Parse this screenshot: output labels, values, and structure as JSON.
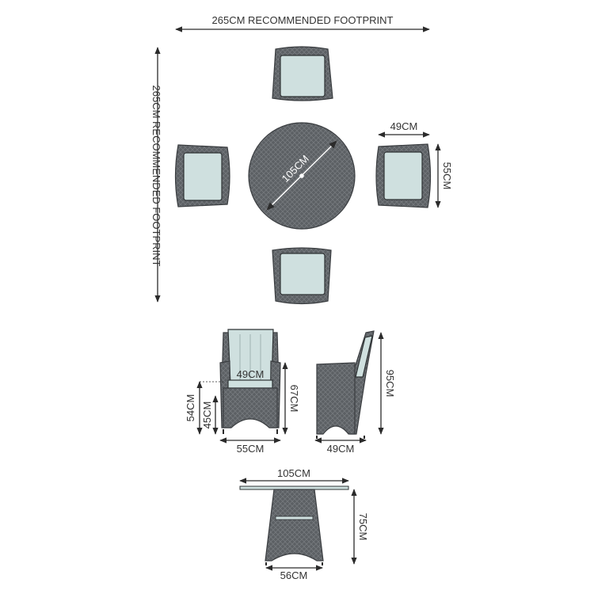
{
  "labels": {
    "footprint_width": "265CM RECOMMENDED FOOTPRINT",
    "footprint_depth": "265CM RECOMMENDED FOOTPRINT",
    "table_diameter": "105CM",
    "chair_top_width": "49CM",
    "chair_top_depth": "55CM",
    "chair_front_arm_width": "49CM",
    "chair_front_height": "67CM",
    "chair_front_arm_height": "54CM",
    "chair_front_seat_height": "45CM",
    "chair_front_width": "55CM",
    "chair_side_height": "95CM",
    "chair_side_depth": "49CM",
    "table_top_width": "105CM",
    "table_height": "75CM",
    "table_base_width": "56CM"
  },
  "colors": {
    "rattan": "#5c6064",
    "rattan_dark": "#3a3d40",
    "cushion": "#cfe0df",
    "text": "#333333",
    "line": "#2b2b2b"
  }
}
